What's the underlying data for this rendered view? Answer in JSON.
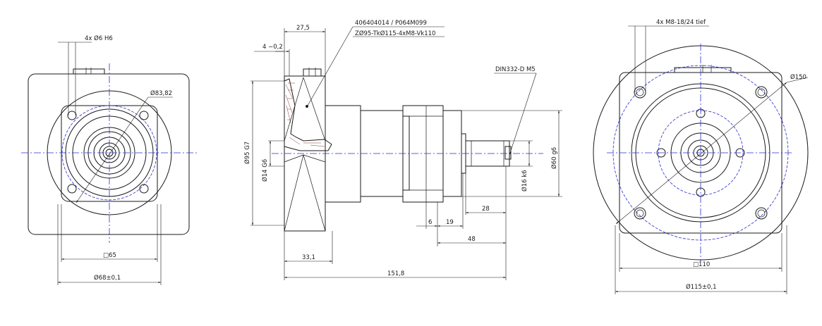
{
  "left_view": {
    "holes_label": "4x Ø6 H6",
    "pitch_label": "Ø83,82",
    "square_label": "□65",
    "bore_label": "Ø68±0,1"
  },
  "side_view": {
    "dim_27_5": "27,5",
    "dim_4_tol": "4 −0,2",
    "part_number": "406404014 / P064M099",
    "flange_spec": "ZØ95-TkØ115-4xM8-Vk110",
    "center_hole": "DIN332-D M5",
    "dia_95": "Ø95 G7",
    "dia_14": "Ø14 G6",
    "dia_16": "Ø16 k6",
    "dia_60": "Ø60 g6",
    "dim_6": "6",
    "dim_19": "19",
    "dim_28": "28",
    "dim_48": "48",
    "dim_33_1": "33,1",
    "dim_151_8": "151,8"
  },
  "right_view": {
    "threads_label": "4x M8-18/24 tief",
    "outer_label": "Ø150",
    "square_label": "□110",
    "bore_label": "Ø115±0,1"
  }
}
